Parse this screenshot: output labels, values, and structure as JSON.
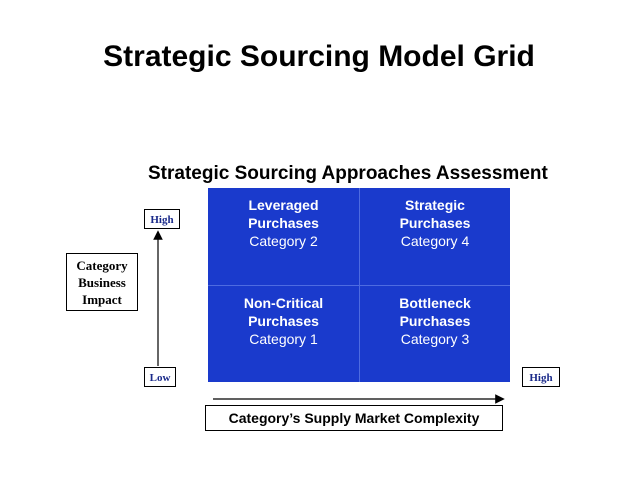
{
  "title": "Strategic Sourcing Model Grid",
  "subtitle": "Strategic Sourcing Approaches Assessment",
  "grid": {
    "top_left": {
      "bold_lines": [
        "Leveraged",
        "Purchases"
      ],
      "category": "Category 2"
    },
    "top_right": {
      "bold_lines": [
        "Strategic",
        "Purchases"
      ],
      "category": "Category 4"
    },
    "bottom_left": {
      "bold_lines": [
        "Non-Critical",
        "Purchases"
      ],
      "category": "Category 1"
    },
    "bottom_right": {
      "bold_lines": [
        "Bottleneck",
        "Purchases"
      ],
      "category": "Category 3"
    },
    "color": "#1a3acc"
  },
  "y_axis": {
    "label_lines": [
      "Category",
      "Business",
      "Impact"
    ],
    "high": "High",
    "low": "Low"
  },
  "x_axis": {
    "label": "Category’s Supply Market Complexity",
    "high": "High"
  }
}
